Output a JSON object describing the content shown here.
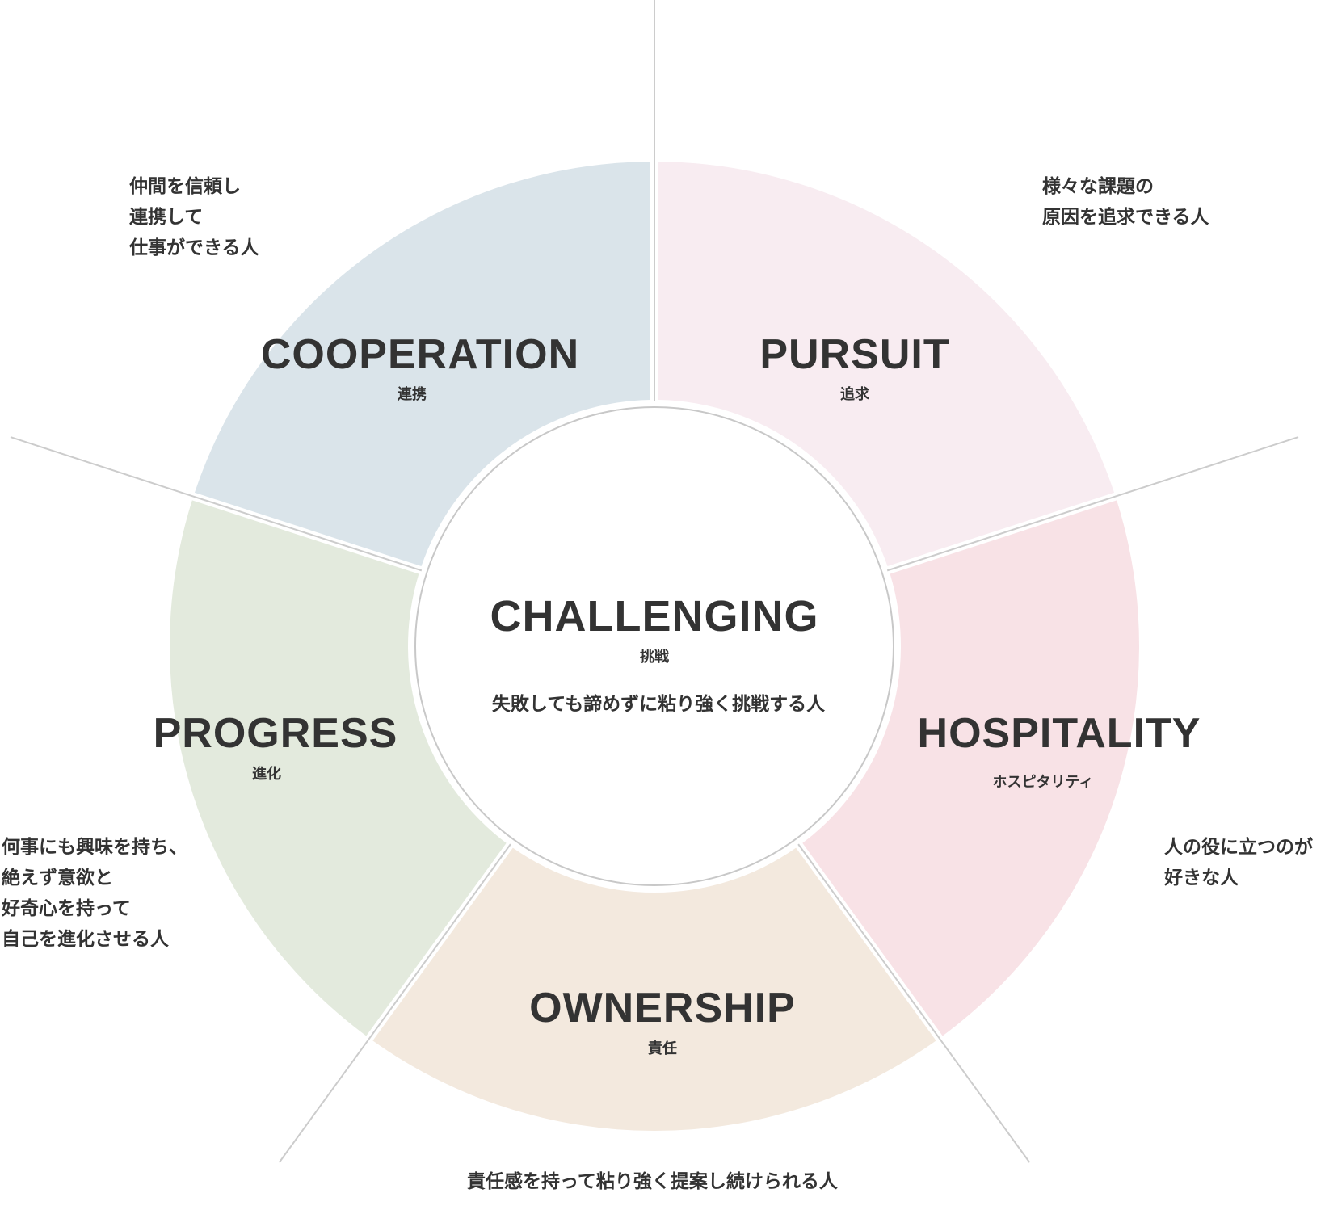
{
  "center": {
    "title": "CHALLENGING",
    "subtitle": "挑戦",
    "description": "失敗しても諦めずに粘り強く挑戦する人"
  },
  "segments": [
    {
      "id": "pursuit",
      "title": "PURSUIT",
      "subtitle": "追求",
      "color": "#F8ECF1",
      "description": [
        "様々な課題の",
        "原因を追求できる人"
      ]
    },
    {
      "id": "hospitality",
      "title": "HOSPITALITY",
      "subtitle": "ホスピタリティ",
      "color": "#F8E2E6",
      "description": [
        "人の役に立つのが",
        "好きな人"
      ]
    },
    {
      "id": "ownership",
      "title": "OWNERSHIP",
      "subtitle": "責任",
      "color": "#F3E9DE",
      "description": [
        "責任感を持って粘り強く提案し続けられる人"
      ]
    },
    {
      "id": "progress",
      "title": "PROGRESS",
      "subtitle": "進化",
      "color": "#E3EADD",
      "description": [
        "何事にも興味を持ち、",
        "絶えず意欲と",
        "好奇心を持って",
        "自己を進化させる人"
      ]
    },
    {
      "id": "cooperation",
      "title": "COOPERATION",
      "subtitle": "連携",
      "color": "#DAE4EA",
      "description": [
        "仲間を信頼し",
        "連携して",
        "仕事ができる人"
      ]
    }
  ],
  "colors": {
    "line": "#CCCCCC",
    "text": "#333333",
    "center_ring": "#C8C8C8"
  }
}
